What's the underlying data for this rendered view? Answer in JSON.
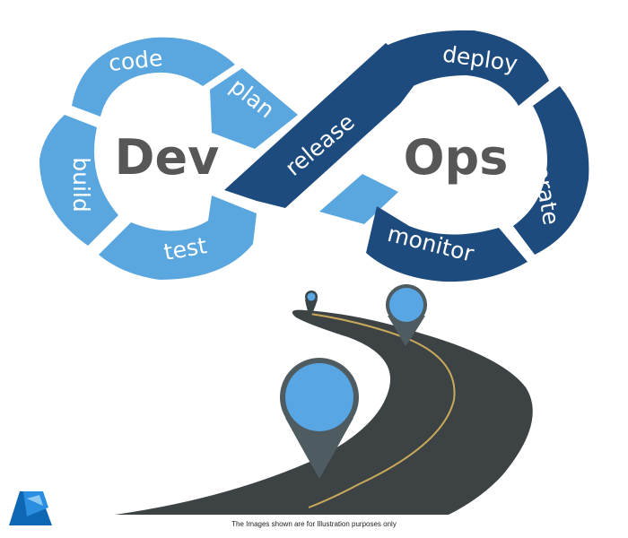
{
  "diagram": {
    "left_word": "Dev",
    "right_word": "Ops",
    "stages": {
      "code": "code",
      "plan": "plan",
      "build": "build",
      "test": "test",
      "release": "release",
      "deploy": "deploy",
      "operate": "operate",
      "monitor": "monitor"
    }
  },
  "colors": {
    "dev_blue": "#5aa7e0",
    "ops_navy": "#1d4b7e",
    "road": "#3d4345",
    "pin_blue": "#58a6e4",
    "road_line": "#c8a95a"
  },
  "footer": {
    "disclaimer": "The Images shown are for Illustration purposes only"
  }
}
